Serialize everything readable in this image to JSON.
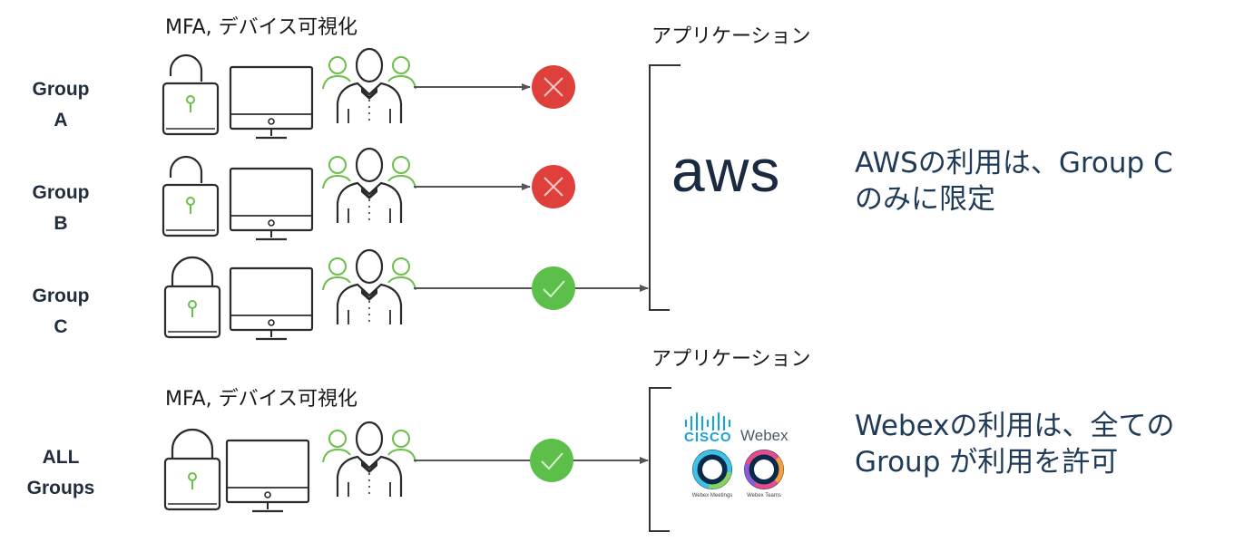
{
  "captions": {
    "top": "MFA, デバイス可視化",
    "bottom": "MFA, デバイス可視化"
  },
  "groups": [
    {
      "line1": "Group",
      "line2": "A",
      "lock": "unlocked",
      "result": "denied"
    },
    {
      "line1": "Group",
      "line2": "B",
      "lock": "unlocked",
      "result": "denied"
    },
    {
      "line1": "Group",
      "line2": "C",
      "lock": "locked",
      "result": "allowed"
    },
    {
      "line1": "ALL",
      "line2": "Groups",
      "lock": "locked",
      "result": "allowed"
    }
  ],
  "applications": {
    "aws": {
      "heading": "アプリケーション",
      "logo": "aws",
      "statement_line1": "AWSの利用は、Group C",
      "statement_line2": "のみに限定"
    },
    "webex": {
      "heading": "アプリケーション",
      "cisco": "CISCO",
      "webex": "Webex",
      "meetings": "Webex Meetings",
      "teams": "Webex Teams",
      "statement_line1": "Webexの利用は、全ての",
      "statement_line2": "Group が利用を許可"
    }
  },
  "colors": {
    "deny": "#e0403c",
    "allow": "#5cbf4a",
    "user_green": "#6cc04a",
    "text_dark": "#1f2d3d",
    "statement": "#1f3b57"
  },
  "icons": [
    "unlocked-padlock-icon",
    "locked-padlock-icon",
    "monitor-icon",
    "user-group-icon",
    "deny-icon",
    "check-icon",
    "arrow-icon",
    "bracket",
    "aws-logo",
    "cisco-webex-logo"
  ]
}
